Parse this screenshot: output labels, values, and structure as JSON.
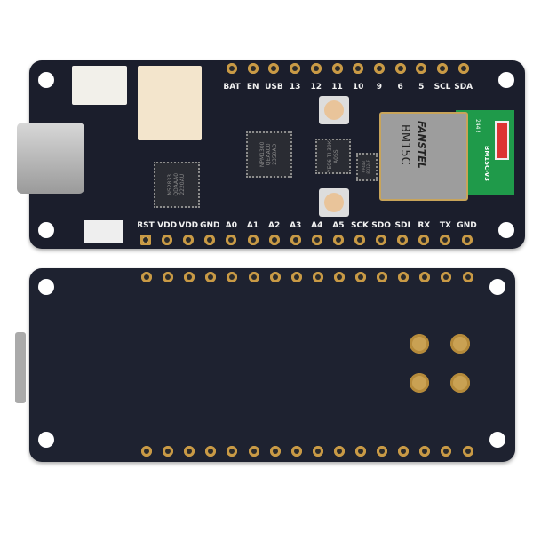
{
  "top_board": {
    "top_pin_labels": [
      "BAT",
      "EN",
      "USB",
      "13",
      "12",
      "11",
      "10",
      "9",
      "6",
      "5",
      "SCL",
      "SDA"
    ],
    "bottom_pin_labels": [
      "RST",
      "VDD",
      "VDD",
      "GND",
      "A0",
      "A1",
      "A2",
      "A3",
      "A4",
      "A5",
      "SCK",
      "SDO",
      "SDI",
      "RX",
      "TX",
      "GND"
    ],
    "chips": {
      "pmic": "NPM1300 QEAAC0 2350AD",
      "mcu": "N52833 QDAAA0 2220AU",
      "imu": "YE06 TI 39K A0SS",
      "flash": "#P443 8Q124F"
    },
    "module": {
      "brand": "FANSTEL",
      "model": "BM15C",
      "antenna_label": "BM15C-V3",
      "antenna_code": "244 !"
    }
  },
  "colors": {
    "board": "#1b1e2c",
    "gold": "#d9b160",
    "module_green": "#1f9a4a"
  }
}
